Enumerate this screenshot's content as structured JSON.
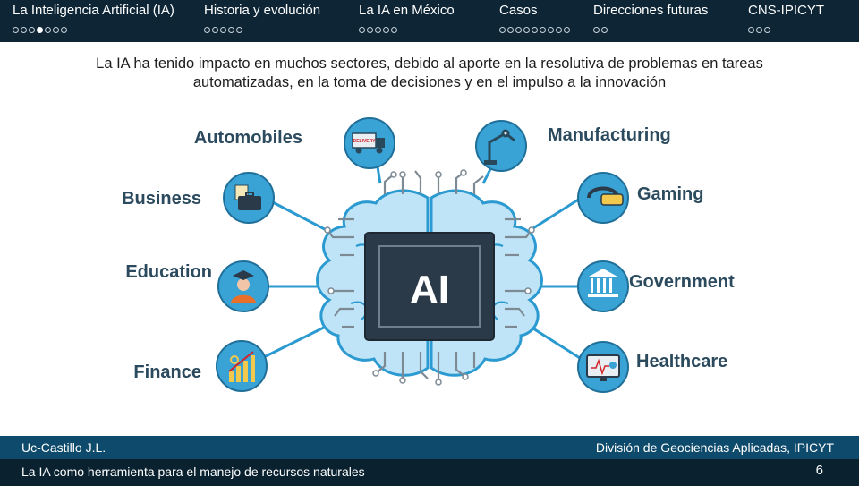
{
  "nav": [
    {
      "title": "La Inteligencia Artificial (IA)",
      "dots": [
        "o",
        "o",
        "o",
        "f",
        "o",
        "o",
        "o"
      ]
    },
    {
      "title": "Historia y evolución",
      "dots": [
        "o",
        "o",
        "o",
        "o",
        "o"
      ]
    },
    {
      "title": "La IA en México",
      "dots": [
        "o",
        "o",
        "o",
        "o",
        "o"
      ]
    },
    {
      "title": "Casos",
      "dots": [
        "o",
        "o",
        "o",
        "o",
        "o",
        "o",
        "o",
        "o",
        "o"
      ]
    },
    {
      "title": "Direcciones futuras",
      "dots": [
        "o",
        "o"
      ]
    },
    {
      "title": "CNS-IPICYT",
      "dots": [
        "o",
        "o",
        "o"
      ]
    }
  ],
  "headline": {
    "line1": "La IA ha tenido impacto en muchos sectores, debido al aporte en la resolutiva de problemas en tareas",
    "line2": "automatizadas, en la toma de decisiones y en el impulso a la innovación"
  },
  "diagram": {
    "center_label": "AI",
    "sectors_left": [
      "Automobiles",
      "Business",
      "Education",
      "Finance"
    ],
    "sectors_right": [
      "Manufacturing",
      "Gaming",
      "Government",
      "Healthcare"
    ],
    "icons": [
      "delivery-truck",
      "robotic-arm",
      "briefcase",
      "vr-headset",
      "graduate",
      "government-building",
      "growth-chart",
      "medical-monitor"
    ],
    "truck_text": "DELIVERY",
    "colors": {
      "accent": "#2b9ad0",
      "circle_fill": "#3aa3d6",
      "brain_fill": "#bfe4f7",
      "chip": "#2b3a48",
      "label": "#2b4a5e"
    }
  },
  "footer": {
    "author": "Uc-Castillo J.L.",
    "institution": "División de Geociencias Aplicadas, IPICYT",
    "presentation_title": "La IA como herramienta para el manejo de recursos naturales",
    "page_number": "6"
  }
}
